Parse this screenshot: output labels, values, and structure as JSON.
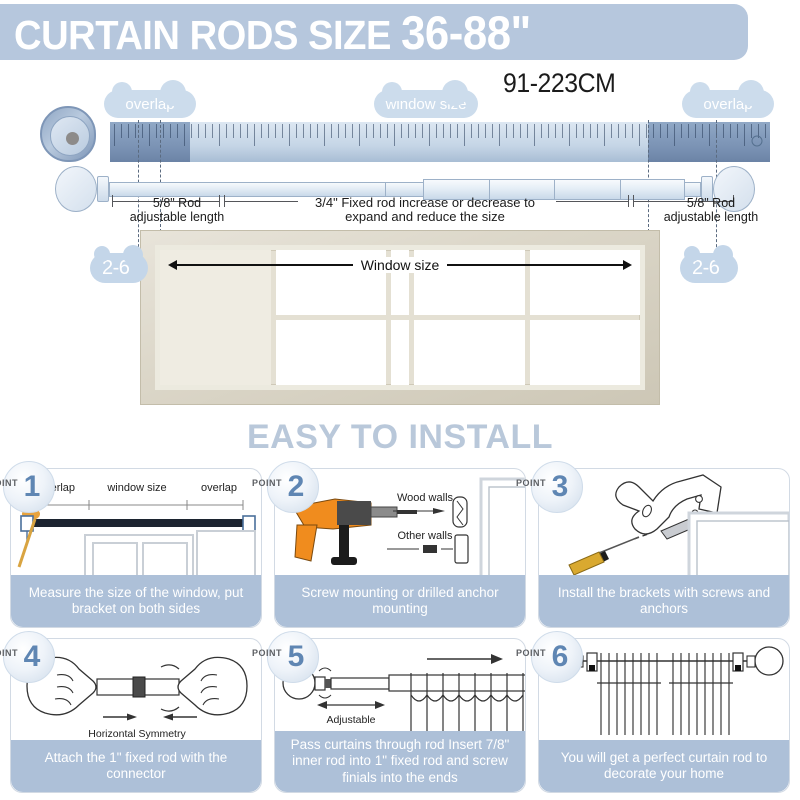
{
  "header": {
    "title_main": "CURTAIN RODS SIZE ",
    "title_size": "36-88\"",
    "metric_size": "91-223CM",
    "banner_color": "#b6c7dd"
  },
  "diagram": {
    "badges": {
      "overlap_left": "overlap",
      "window_size": "window size",
      "overlap_right": "overlap",
      "extend_left": "2-6\"",
      "extend_right": "2-6\""
    },
    "dimensions": {
      "left_rod": "5/8\" Rod\nadjustable length",
      "left_rod_line1": "5/8\" Rod",
      "left_rod_line2": "adjustable length",
      "center_rod_line1": "3/4\" Fixed rod  increase or decrease to",
      "center_rod_line2": "expand and reduce the size",
      "right_rod_line1": "5/8\" Rod",
      "right_rod_line2": "adjustable length"
    },
    "window_label": "Window size"
  },
  "section": {
    "title": "EASY TO INSTALL",
    "title_color": "#b9c8da",
    "caption_bar_color": "#adc0d8"
  },
  "points": [
    {
      "word": "POINT",
      "number": "1",
      "caption": "Measure the size of the window, put bracket on both sides",
      "art_labels": {
        "overlap_left": "overlap",
        "window_size": "window size",
        "overlap_right": "overlap"
      }
    },
    {
      "word": "POINT",
      "number": "2",
      "caption": "Screw mounting or drilled anchor mounting",
      "art_labels": {
        "wood_walls": "Wood walls",
        "other_walls": "Other walls"
      }
    },
    {
      "word": "POINT",
      "number": "3",
      "caption": "Install the brackets with screws and anchors",
      "art_labels": {}
    },
    {
      "word": "POINT",
      "number": "4",
      "caption": "Attach the 1\" fixed rod with the connector",
      "art_labels": {
        "symmetry": "Horizontal Symmetry"
      }
    },
    {
      "word": "POINT",
      "number": "5",
      "caption": "Pass curtains through rod Insert 7/8\" inner rod into  1\" fixed rod and screw  finials into the ends",
      "art_labels": {
        "adjustable": "Adjustable"
      }
    },
    {
      "word": "POINT",
      "number": "6",
      "caption": "You will get a perfect curtain rod to decorate your home",
      "art_labels": {}
    }
  ]
}
